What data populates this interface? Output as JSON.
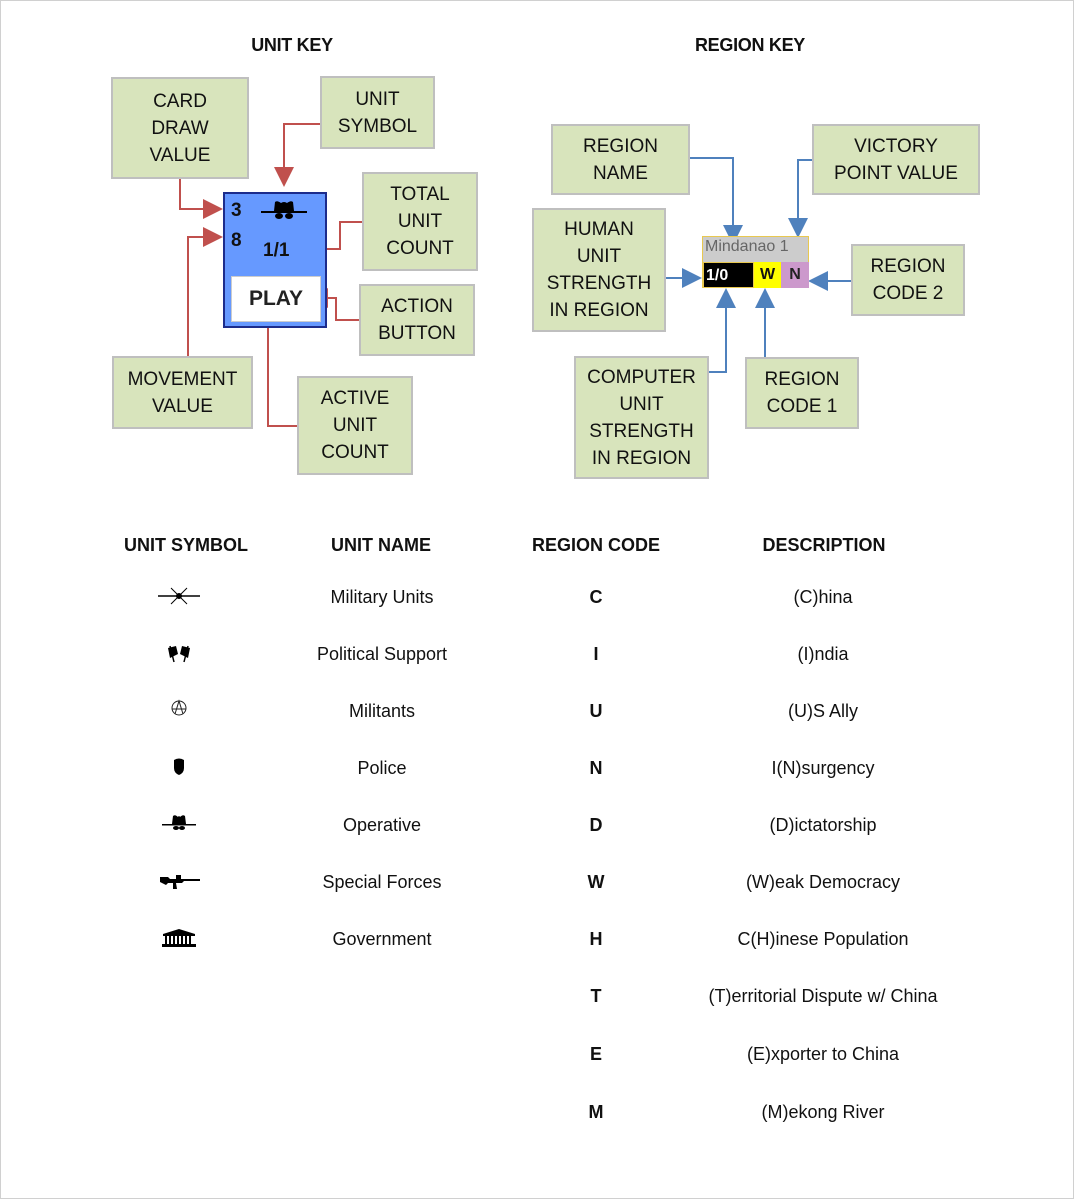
{
  "unit_key": {
    "title": "UNIT KEY",
    "labels": {
      "card_draw": "CARD\nDRAW\nVALUE",
      "unit_symbol": "UNIT\nSYMBOL",
      "total_count": "TOTAL\nUNIT\nCOUNT",
      "action_button": "ACTION\nBUTTON",
      "movement": "MOVEMENT\nVALUE",
      "active_count": "ACTIVE\nUNIT\nCOUNT"
    },
    "card": {
      "card_draw_value": "3",
      "movement_value": "8",
      "unit_count": "1/1",
      "action_label": "PLAY",
      "symbol": "operative-icon",
      "color": "#6699ff"
    }
  },
  "region_key": {
    "title": "REGION KEY",
    "labels": {
      "region_name": "REGION\nNAME",
      "victory_point": "VICTORY\nPOINT VALUE",
      "human_strength": "HUMAN\nUNIT\nSTRENGTH\nIN REGION",
      "region_code_2": "REGION\nCODE 2",
      "computer_strength": "COMPUTER\nUNIT\nSTRENGTH\nIN REGION",
      "region_code_1": "REGION\nCODE 1"
    },
    "region": {
      "name": "Mindanao 1",
      "strength": "1/0",
      "code1": "W",
      "code2": "N",
      "code1_color": "#ffff00",
      "code2_color": "#cc99cc"
    }
  },
  "units_table": {
    "headers": [
      "UNIT SYMBOL",
      "UNIT NAME"
    ],
    "rows": [
      {
        "icon": "drone-icon",
        "name": "Military Units"
      },
      {
        "icon": "flags-icon",
        "name": "Political Support"
      },
      {
        "icon": "anarchy-icon",
        "name": "Militants"
      },
      {
        "icon": "police-badge-icon",
        "name": "Police"
      },
      {
        "icon": "operative-icon",
        "name": "Operative"
      },
      {
        "icon": "rifle-icon",
        "name": "Special Forces"
      },
      {
        "icon": "government-building-icon",
        "name": "Government"
      }
    ]
  },
  "regions_table": {
    "headers": [
      "REGION CODE",
      "DESCRIPTION"
    ],
    "rows": [
      {
        "code": "C",
        "desc": "(C)hina"
      },
      {
        "code": "I",
        "desc": "(I)ndia"
      },
      {
        "code": "U",
        "desc": "(U)S Ally"
      },
      {
        "code": "N",
        "desc": "I(N)surgency"
      },
      {
        "code": "D",
        "desc": "(D)ictatorship"
      },
      {
        "code": "W",
        "desc": "(W)eak Democracy"
      },
      {
        "code": "H",
        "desc": "C(H)inese Population"
      },
      {
        "code": "T",
        "desc": "(T)erritorial Dispute w/ China"
      },
      {
        "code": "E",
        "desc": "(E)xporter to China"
      },
      {
        "code": "M",
        "desc": "(M)ekong River"
      }
    ]
  }
}
